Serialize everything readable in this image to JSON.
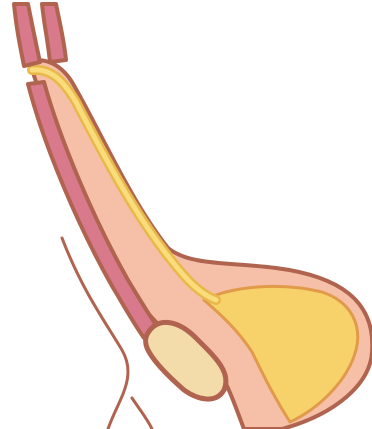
{
  "colors": {
    "background": "#ffffff",
    "outline": "#b0644f",
    "tissue_fill": "#f6c0a8",
    "tube_pink": "#d9798c",
    "tube_pink_edge": "#a85a6c",
    "yellow_fill": "#f7d26b",
    "yellow_edge": "#e8b84a",
    "nodule_fill": "#f4dcaa",
    "body_line": "#b0644f"
  },
  "icons": {
    "upper_pink_tube": "pink-tube-upper",
    "lower_pink_tube": "pink-tube-lower",
    "yellow_channel": "yellow-duct",
    "sac": "yellow-sac",
    "nodule": "cream-nodule"
  }
}
